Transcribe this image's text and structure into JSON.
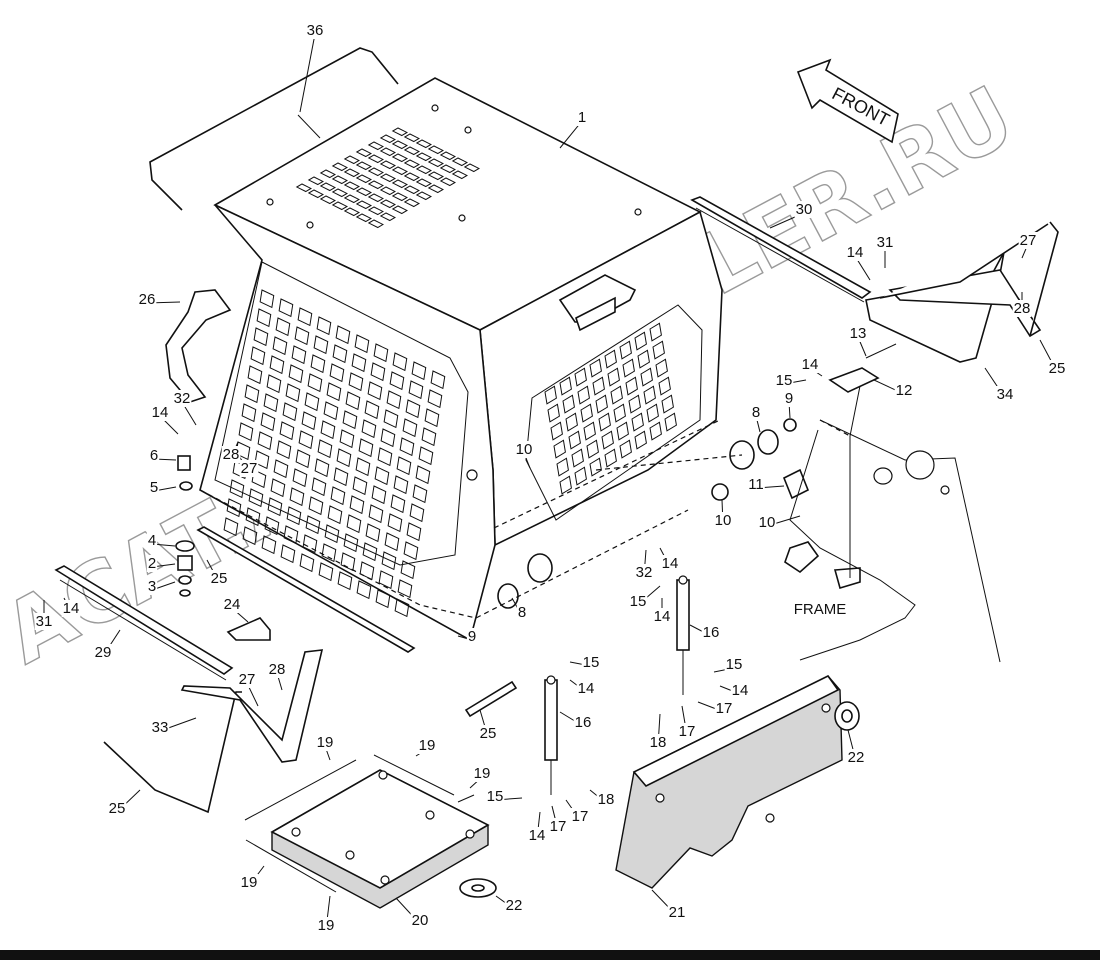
{
  "front_arrow_label": "FRONT",
  "frame_label": "FRAME",
  "watermark_text": "ACAT.AUTOODEALER.RU",
  "colors": {
    "line": "#111111",
    "panel_fill": "#d6d6d6",
    "watermark": "#9a9a9a",
    "bottom_bar": "#111111"
  },
  "callouts": [
    "36",
    "1",
    "30",
    "31",
    "14",
    "27",
    "28",
    "25",
    "34",
    "26",
    "13",
    "12",
    "14",
    "15",
    "8",
    "9",
    "32",
    "14",
    "28",
    "27",
    "6",
    "5",
    "10",
    "11",
    "10",
    "10",
    "4",
    "2",
    "3",
    "25",
    "31",
    "14",
    "29",
    "24",
    "9",
    "8",
    "32",
    "14",
    "15",
    "14",
    "16",
    "15",
    "14",
    "16",
    "17",
    "15",
    "14",
    "18",
    "17",
    "27",
    "28",
    "33",
    "25",
    "25",
    "19",
    "19",
    "19",
    "15",
    "14",
    "17",
    "17",
    "18",
    "19",
    "19",
    "20",
    "22",
    "21",
    "22"
  ]
}
